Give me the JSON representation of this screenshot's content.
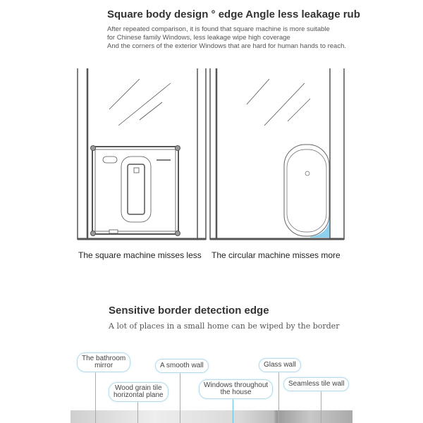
{
  "section1": {
    "title": "Square body design ° edge Angle less leakage rub",
    "description": [
      "After repeated comparison, it is found that square machine is more suitable",
      "for Chinese family Windows, less leakage wipe high coverage",
      "And the corners of the exterior Windows that are hard for human hands to reach."
    ],
    "caption_left": "The square machine misses less",
    "caption_right": "The circular machine misses more",
    "accent": "#8fd0ef"
  },
  "section2": {
    "title": "Sensitive border detection edge",
    "subtitle": "A lot of places in a small home can be wiped by the border",
    "tags": [
      {
        "line1": "The bathroom",
        "line2": "mirror"
      },
      {
        "line1": "Wood grain tile",
        "line2": "horizontal plane"
      },
      {
        "line1": "A smooth wall",
        "line2": ""
      },
      {
        "line1": "Windows throughout",
        "line2": "the house"
      },
      {
        "line1": "Glass wall",
        "line2": ""
      },
      {
        "line1": "Seamless tile wall",
        "line2": ""
      }
    ],
    "line_color": "#6cc0e0"
  }
}
